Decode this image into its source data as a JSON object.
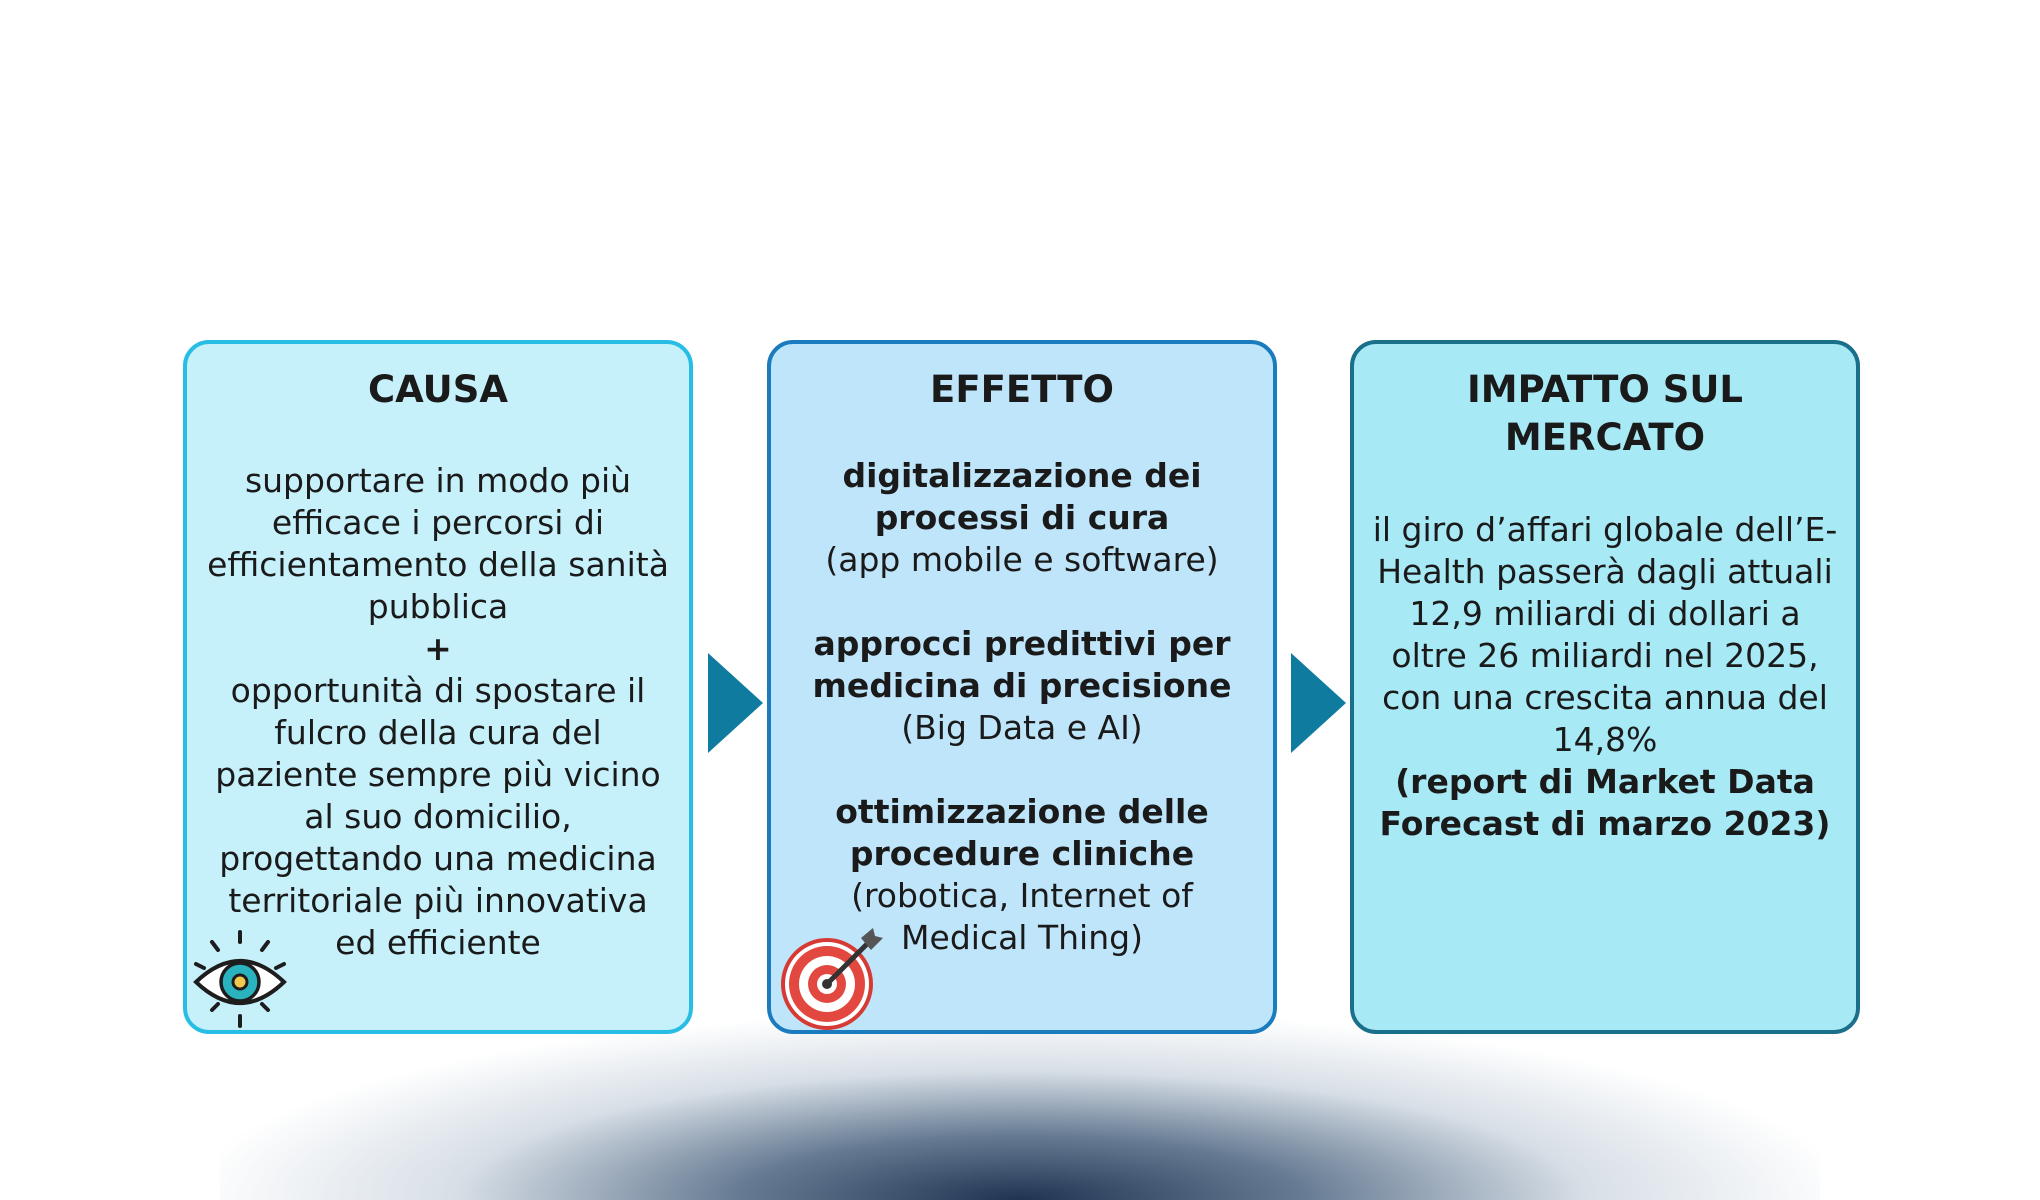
{
  "cards": {
    "causa": {
      "title": "CAUSA",
      "text_1": "supportare in modo più efficace i percorsi di efficientamento della sanità pubblica",
      "plus": "+",
      "text_2": "opportunità di spostare il fulcro della cura del paziente sempre più vicino al suo domicilio, progettando una medicina territoriale più innovativa ed efficiente",
      "icon": "eye-icon"
    },
    "effetto": {
      "title": "EFFETTO",
      "items": [
        {
          "heading": "digitalizzazione dei processi di cura",
          "detail": "(app mobile e software)"
        },
        {
          "heading": "approcci predittivi per medicina di precisione",
          "detail": "(Big Data e AI)"
        },
        {
          "heading": "ottimizzazione delle procedure cliniche",
          "detail": "(robotica, Internet of Medical Thing)"
        }
      ],
      "icon": "target-icon"
    },
    "impatto": {
      "title": "IMPATTO SUL MERCATO",
      "text": "il giro d’affari globale dell’E-Health passerà dagli attuali 12,9 miliardi di dollari a oltre 26 miliardi nel 2025, con una crescita annua del 14,8%",
      "source": "(report di Market Data Forecast di marzo 2023)"
    }
  },
  "colors": {
    "causa_bg": "#c6f1fb",
    "causa_border": "#27bde4",
    "effetto_bg": "#bfe5fb",
    "effetto_border": "#1a7bbf",
    "impatto_bg": "#a8e9f6",
    "impatto_border": "#1a6f8a",
    "arrow": "#0f7b9f"
  },
  "arrows": [
    "arrow-right-icon",
    "arrow-right-icon"
  ]
}
